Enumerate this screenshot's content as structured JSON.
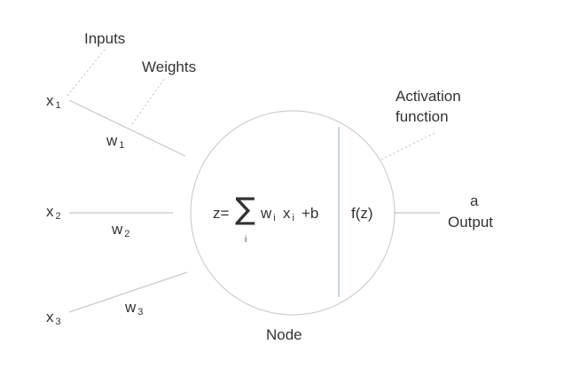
{
  "labels": {
    "inputs": "Inputs",
    "weights": "Weights",
    "activation_line1": "Activation",
    "activation_line2": "function",
    "node": "Node",
    "output_symbol": "a",
    "output": "Output",
    "fz": "f(z)"
  },
  "inputs": [
    {
      "symbol": "x",
      "index": "1",
      "weight": "w",
      "weight_index": "1"
    },
    {
      "symbol": "x",
      "index": "2",
      "weight": "w",
      "weight_index": "2"
    },
    {
      "symbol": "x",
      "index": "3",
      "weight": "w",
      "weight_index": "3"
    }
  ],
  "equation": {
    "lhs": "z=",
    "sigma": "∑",
    "sum_index": "i",
    "w": "w",
    "w_index": "i",
    "x": "x",
    "x_index": "i",
    "bias": "+b"
  },
  "colors": {
    "line": "#c8c8c8",
    "dotted": "#c8c8c8",
    "text": "#333333",
    "circle": "#cfcfcf",
    "divider": "#a9b6d4"
  }
}
